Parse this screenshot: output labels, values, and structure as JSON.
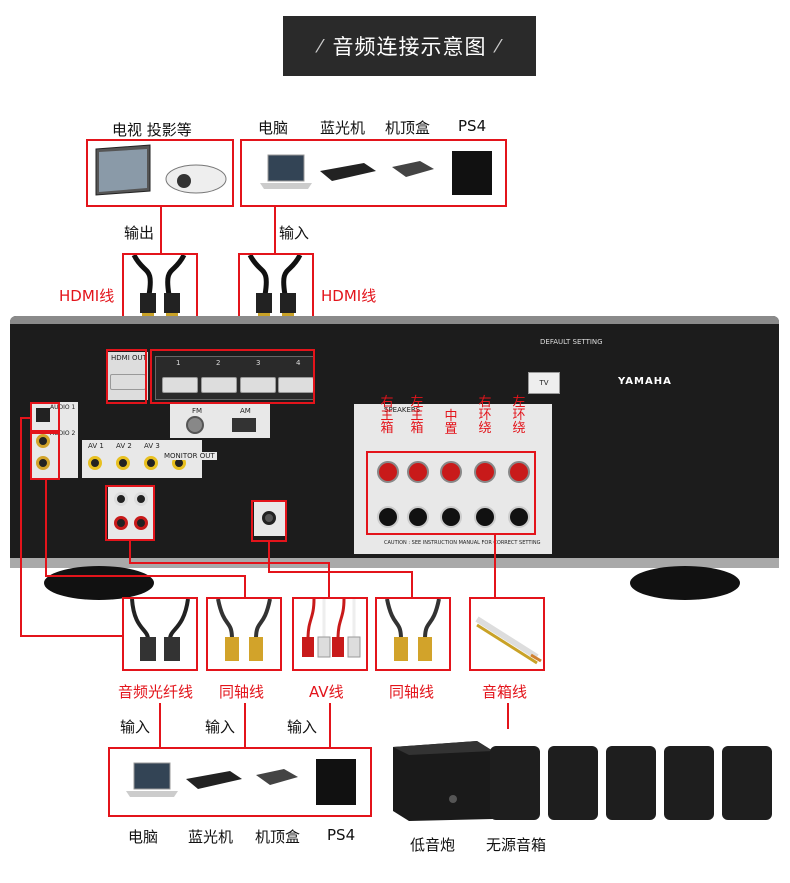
{
  "title": "音频连接示意图",
  "top_labels": {
    "tv_projector": "电视 投影等",
    "computer": "电脑",
    "bluray": "蓝光机",
    "settop": "机顶盒",
    "ps4": "PS4",
    "output": "输出",
    "input": "输入",
    "hdmi_left": "HDMI线",
    "hdmi_right": "HDMI线"
  },
  "speaker_labels": [
    "右主箱",
    "左主箱",
    "中置",
    "右环绕",
    "左环绕"
  ],
  "receiver": {
    "brand": "YAMAHA",
    "hdmi_out": "HDMI OUT",
    "hdmi_in_nums": [
      "1",
      "2",
      "3",
      "4"
    ],
    "av_labels": [
      "AV 1",
      "AV 2",
      "AV 3"
    ],
    "monitor_out": "MONITOR OUT",
    "audio1": "AUDIO 1",
    "audio2": "AUDIO 2",
    "speakers": "SPEAKERS",
    "caution": "CAUTION : SEE INSTRUCTION MANUAL FOR CORRECT SETTING",
    "default_setting": "DEFAULT SETTING",
    "tv": "TV",
    "antenna_fm": "FM",
    "antenna_am": "AM"
  },
  "cables": [
    "音频光纤线",
    "同轴线",
    "AV线",
    "同轴线",
    "音箱线"
  ],
  "bottom_labels": {
    "input1": "输入",
    "input2": "输入",
    "input3": "输入",
    "computer": "电脑",
    "bluray": "蓝光机",
    "settop": "机顶盒",
    "ps4": "PS4",
    "subwoofer": "低音炮",
    "passive_speakers": "无源音箱"
  }
}
